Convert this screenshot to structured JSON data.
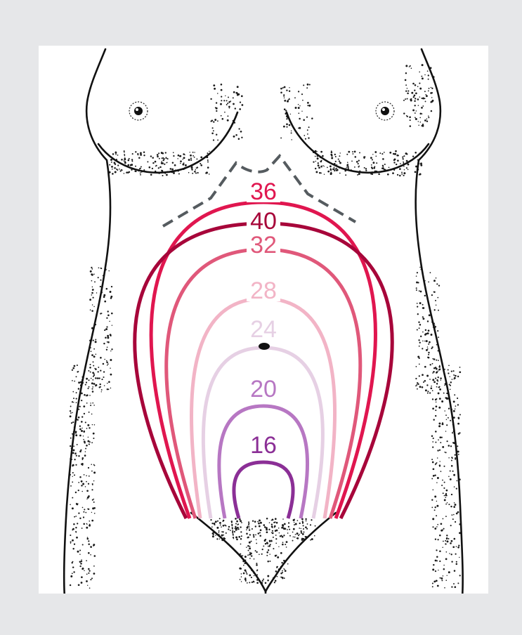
{
  "figure": {
    "background_color": "#e6e7e9",
    "panel_color": "#ffffff",
    "body_outline_color": "#111111",
    "stipple_color": "#1a1a1a",
    "dashed_line_color": "#555b5f"
  },
  "fundal_levels": [
    {
      "label": "16",
      "color": "#8b2f96"
    },
    {
      "label": "20",
      "color": "#b777c3"
    },
    {
      "label": "24",
      "color": "#e6d0e4"
    },
    {
      "label": "28",
      "color": "#f2b4c6"
    },
    {
      "label": "32",
      "color": "#e0587a"
    },
    {
      "label": "36",
      "color": "#e0164f"
    },
    {
      "label": "40",
      "color": "#a7063a"
    }
  ]
}
